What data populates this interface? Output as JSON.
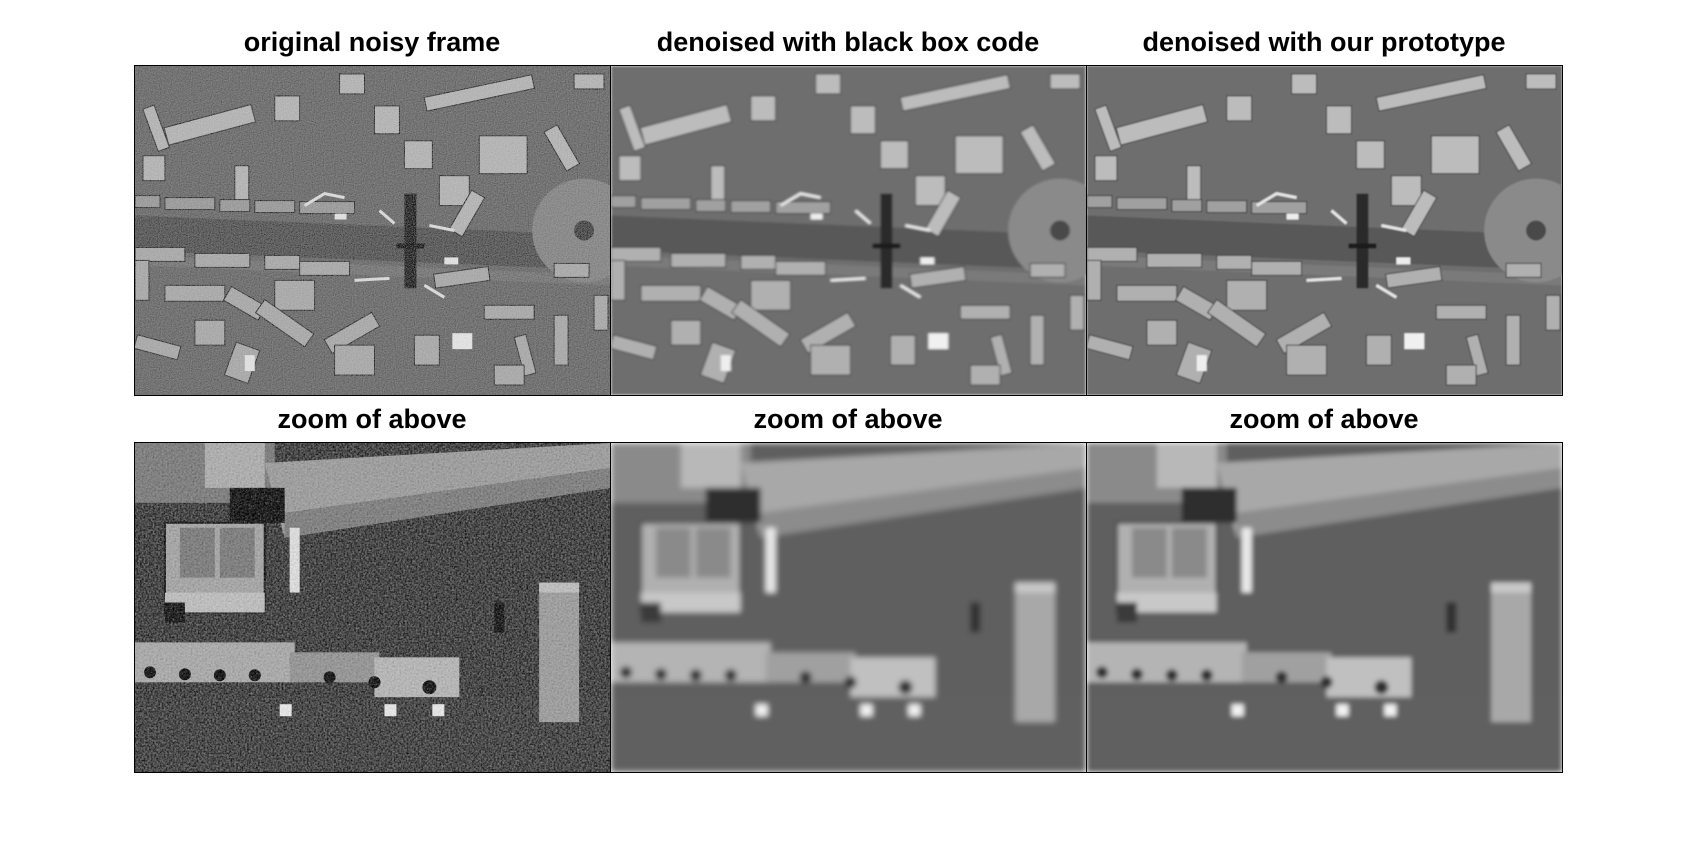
{
  "figure": {
    "panels": [
      {
        "title": "original noisy frame",
        "content": "aerial-city-scene-noisy"
      },
      {
        "title": "denoised with black box code",
        "content": "aerial-city-scene-denoised-blackbox"
      },
      {
        "title": "denoised with our prototype",
        "content": "aerial-city-scene-denoised-prototype"
      },
      {
        "title": "zoom of above",
        "content": "zoom-noisy"
      },
      {
        "title": "zoom of above",
        "content": "zoom-denoised-blackbox"
      },
      {
        "title": "zoom of above",
        "content": "zoom-denoised-prototype"
      }
    ],
    "background_color": "#ffffff",
    "image_tone": "grayscale"
  }
}
